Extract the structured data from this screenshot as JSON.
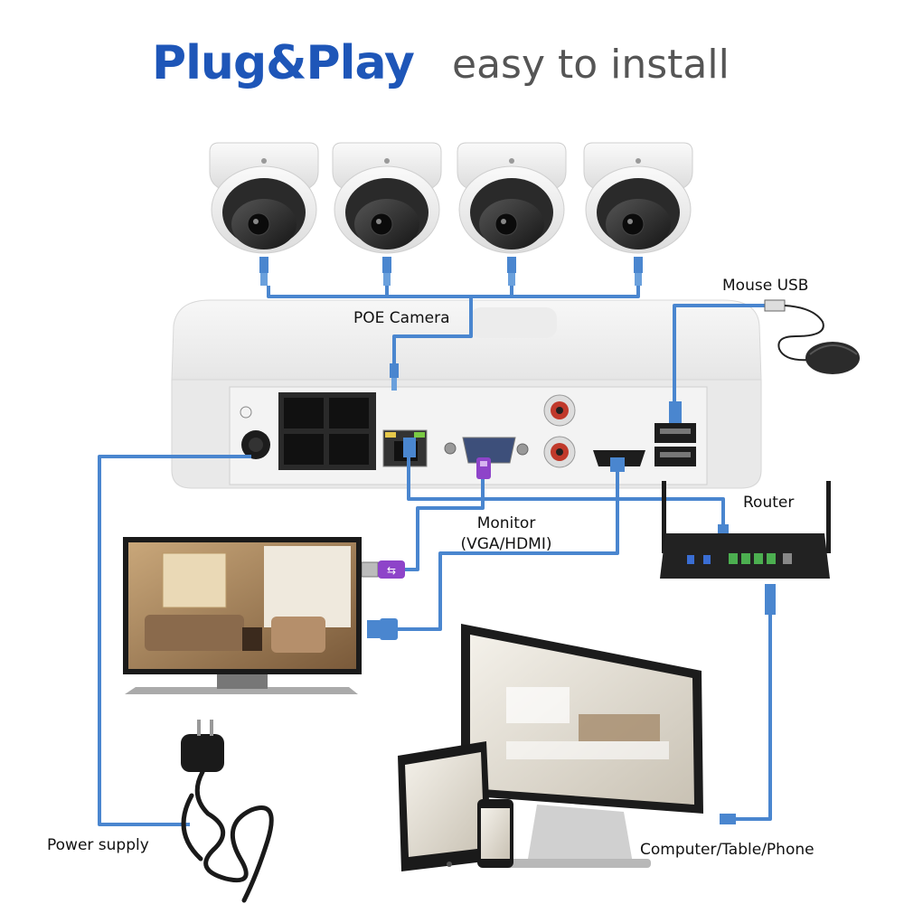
{
  "header": {
    "title": "Plug&Play",
    "subtitle": "easy to install"
  },
  "labels": {
    "poe_camera": "POE Camera",
    "mouse_usb": "Mouse USB",
    "router": "Router",
    "monitor_line1": "Monitor",
    "monitor_line2": "(VGA/HDMI)",
    "power_supply": "Power supply",
    "computer": "Computer/Table/Phone"
  },
  "colors": {
    "title": "#1e56b8",
    "cable": "#4a86cf",
    "usb_connector": "#8e44c9",
    "router_led": "#4caf50"
  },
  "icons": [
    "dome-camera-icon",
    "nvr-recorder-icon",
    "mouse-icon",
    "router-icon",
    "tv-monitor-icon",
    "power-cable-icon",
    "desktop-monitor-icon",
    "tablet-icon",
    "phone-icon",
    "usb-plug-icon",
    "hdmi-plug-icon",
    "rj45-plug-icon"
  ]
}
